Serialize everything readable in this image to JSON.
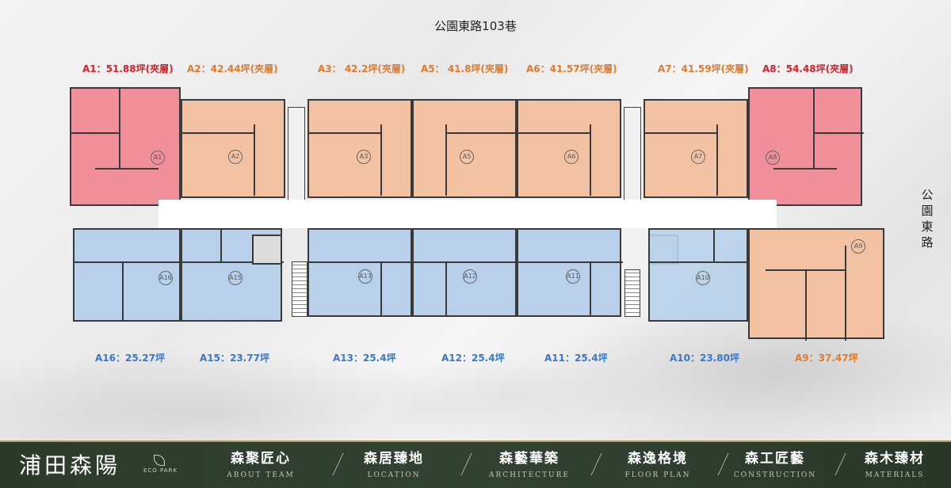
{
  "street_top": "公園東路103巷",
  "street_right": "公園東路",
  "units_top": [
    {
      "id": "A1",
      "label": "A1：51.88坪(夾層)",
      "color": "red"
    },
    {
      "id": "A2",
      "label": "A2：42.44坪(夾層)",
      "color": "orange"
    },
    {
      "id": "A3",
      "label": "A3： 42.2坪(夾層)",
      "color": "orange"
    },
    {
      "id": "A5",
      "label": "A5： 41.8坪(夾層)",
      "color": "orange"
    },
    {
      "id": "A6",
      "label": "A6：41.57坪(夾層)",
      "color": "orange"
    },
    {
      "id": "A7",
      "label": "A7：41.59坪(夾層)",
      "color": "orange"
    },
    {
      "id": "A8",
      "label": "A8：54.48坪(夾層)",
      "color": "red"
    }
  ],
  "units_bottom": [
    {
      "id": "A16",
      "label": "A16：25.27坪",
      "color": "blue"
    },
    {
      "id": "A15",
      "label": "A15：23.77坪",
      "color": "blue"
    },
    {
      "id": "A13",
      "label": "A13：25.4坪",
      "color": "blue"
    },
    {
      "id": "A12",
      "label": "A12：25.4坪",
      "color": "blue"
    },
    {
      "id": "A11",
      "label": "A11：25.4坪",
      "color": "blue"
    },
    {
      "id": "A10",
      "label": "A10：23.80坪",
      "color": "blue"
    },
    {
      "id": "A9",
      "label": "A9：37.47坪",
      "color": "orange"
    }
  ],
  "plan_tags": [
    "A1",
    "A2",
    "A3",
    "A5",
    "A6",
    "A7",
    "A8",
    "A16",
    "A15",
    "A13",
    "A12",
    "A11",
    "A10",
    "A9"
  ],
  "brand": {
    "name": "浦田森陽",
    "sub": "ECO PARK"
  },
  "nav": [
    {
      "zh": "森聚匠心",
      "en": "ABOUT TEAM"
    },
    {
      "zh": "森居臻地",
      "en": "LOCATION"
    },
    {
      "zh": "森藝華築",
      "en": "ARCHITECTURE"
    },
    {
      "zh": "森逸格境",
      "en": "FLOOR PLAN"
    },
    {
      "zh": "森工匠藝",
      "en": "CONSTRUCTION"
    },
    {
      "zh": "森木臻材",
      "en": "MATERIALS"
    }
  ],
  "colors": {
    "red": "#d8202a",
    "orange": "#e07a2c",
    "blue": "#3b79c6",
    "footer": "#2f3f2f",
    "gold": "#b49a5e"
  }
}
